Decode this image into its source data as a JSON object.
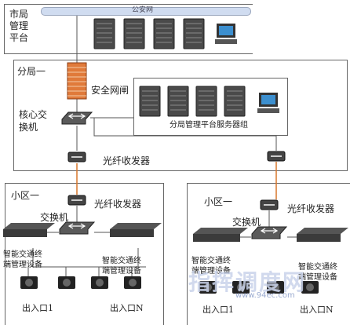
{
  "city": {
    "label": "市局\n管理\n平台",
    "network": "公安网"
  },
  "branch": {
    "label": "分局一",
    "firewall_label": "安全网闸",
    "core_switch_label": "核心交\n换机",
    "server_group_label": "分局管理平台服务器组",
    "transceiver_label": "光纤收发器"
  },
  "zone_left": {
    "label": "小区一",
    "transceiver_label": "光纤收发器",
    "switch_label": "交换机",
    "device_left_label": "智能交通终\n端管理设备",
    "device_right_label": "智能交通终\n端管理设备",
    "entrance_left": "出入口1",
    "entrance_right": "出入口N"
  },
  "zone_right": {
    "label": "小区一",
    "transceiver_label": "光纤收发器",
    "switch_label": "交换机",
    "device_left_label": "智能交通终\n端管理设备",
    "device_right_label": "智能交通终\n端管理设备",
    "entrance_left": "出入口1",
    "entrance_right": "出入口N"
  },
  "watermark": {
    "text": "指挥调度网",
    "url": "www.94ec.com"
  },
  "colors": {
    "fiber": "#d9772c",
    "line": "#555555",
    "bus": "#d0dcf0",
    "server": "#4a4a4a",
    "device": "#3b3b3b"
  }
}
